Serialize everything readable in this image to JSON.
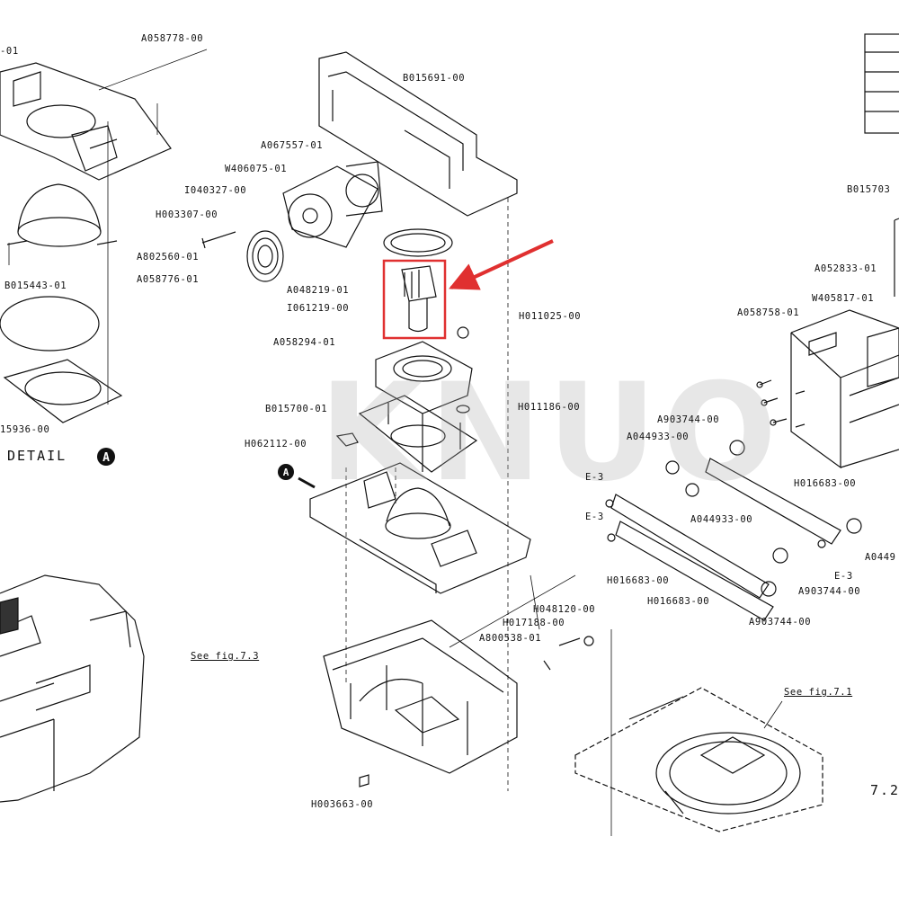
{
  "diagram": {
    "detail_title": "DETAIL",
    "detail_badge": "A",
    "marker_a": "A",
    "figure_number": "7.2",
    "watermark": "KNUO",
    "highlight_color": "#e03030",
    "labels": [
      {
        "id": "a058778",
        "text": "A058778-00"
      },
      {
        "id": "b015691",
        "text": "B015691-00"
      },
      {
        "id": "a067557",
        "text": "A067557-01"
      },
      {
        "id": "w406075",
        "text": "W406075-01"
      },
      {
        "id": "i040327",
        "text": "I040327-00"
      },
      {
        "id": "h003307",
        "text": "H003307-00"
      },
      {
        "id": "a802560",
        "text": "A802560-01"
      },
      {
        "id": "b015443",
        "text": "B015443-01"
      },
      {
        "id": "a058776",
        "text": "A058776-01"
      },
      {
        "id": "a048219",
        "text": "A048219-01"
      },
      {
        "id": "i061219",
        "text": "I061219-00"
      },
      {
        "id": "h011025",
        "text": "H011025-00"
      },
      {
        "id": "a058294",
        "text": "A058294-01"
      },
      {
        "id": "b015700",
        "text": "B015700-01"
      },
      {
        "id": "h011186",
        "text": "H011186-00"
      },
      {
        "id": "h062112",
        "text": "H062112-00"
      },
      {
        "id": "b015703",
        "text": "B015703"
      },
      {
        "id": "a052833",
        "text": "A052833-01"
      },
      {
        "id": "w405817",
        "text": "W405817-01"
      },
      {
        "id": "a058758",
        "text": "A058758-01"
      },
      {
        "id": "a903744a",
        "text": "A903744-00"
      },
      {
        "id": "a044933a",
        "text": "A044933-00"
      },
      {
        "id": "h016683a",
        "text": "H016683-00"
      },
      {
        "id": "e3a",
        "text": "E-3"
      },
      {
        "id": "e3b",
        "text": "E-3"
      },
      {
        "id": "a044933b",
        "text": "A044933-00"
      },
      {
        "id": "a0449c",
        "text": "A0449"
      },
      {
        "id": "e3c",
        "text": "E-3"
      },
      {
        "id": "a903744b",
        "text": "A903744-00"
      },
      {
        "id": "h016683b",
        "text": "H016683-00"
      },
      {
        "id": "h016683c",
        "text": "H016683-00"
      },
      {
        "id": "a903744c",
        "text": "A903744-00"
      },
      {
        "id": "h048120",
        "text": "H048120-00"
      },
      {
        "id": "h017188",
        "text": "H017188-00"
      },
      {
        "id": "a800538",
        "text": "A800538-01"
      },
      {
        "id": "seefig73",
        "text": "See fig.7.3"
      },
      {
        "id": "seefig71",
        "text": "See fig.7.1"
      },
      {
        "id": "h003663",
        "text": "H003663-00"
      },
      {
        "id": "edge01",
        "text": "-01"
      },
      {
        "id": "b15936",
        "text": "15936-00"
      }
    ]
  }
}
